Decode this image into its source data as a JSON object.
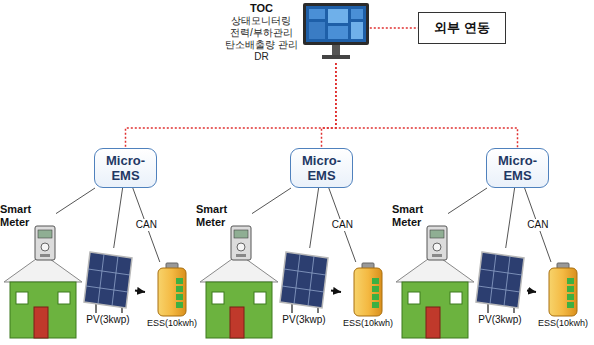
{
  "diagram": {
    "nodes": [
      {
        "text": [
          "TOC",
          "상태모니터링",
          "전력/부하관리",
          "탄소배출량 관리",
          "DR"
        ]
      },
      {
        "text": [
          "외부 연동"
        ]
      },
      {
        "text": [
          "Micro-EMS"
        ]
      },
      {
        "text": [
          "Smart Meter"
        ]
      },
      {
        "text": [
          "PV(3kwp)"
        ]
      },
      {
        "text": [
          "ESS(10kwh)"
        ]
      },
      {
        "text": [
          "Micro-EMS"
        ]
      },
      {
        "text": [
          "Smart Meter"
        ]
      },
      {
        "text": [
          "PV(3kwp)"
        ]
      },
      {
        "text": [
          "ESS(10kwh)"
        ]
      },
      {
        "text": [
          "Micro-EMS"
        ]
      },
      {
        "text": [
          "Smart Meter"
        ]
      },
      {
        "text": [
          "PV(3kwp)"
        ]
      },
      {
        "text": [
          "ESS(10kwh)"
        ]
      }
    ],
    "edges": [
      {
        "from": 0,
        "to": 1,
        "arrow": "none"
      },
      {
        "from": 0,
        "to": 2,
        "arrow": "none"
      },
      {
        "from": 0,
        "to": 6,
        "arrow": "none"
      },
      {
        "from": 0,
        "to": 10,
        "arrow": "none"
      },
      {
        "from": 2,
        "to": 3,
        "arrow": "none"
      },
      {
        "from": 2,
        "to": 4,
        "arrow": "none"
      },
      {
        "from": 2,
        "to": 5,
        "label": "CAN",
        "arrow": "none"
      },
      {
        "from": 4,
        "to": 5,
        "arrow": "to"
      },
      {
        "from": 6,
        "to": 7,
        "arrow": "none"
      },
      {
        "from": 6,
        "to": 8,
        "arrow": "none"
      },
      {
        "from": 6,
        "to": 9,
        "label": "CAN",
        "arrow": "none"
      },
      {
        "from": 8,
        "to": 9,
        "arrow": "to"
      },
      {
        "from": 10,
        "to": 11,
        "arrow": "none"
      },
      {
        "from": 10,
        "to": 12,
        "arrow": "none"
      },
      {
        "from": 10,
        "to": 13,
        "label": "CAN",
        "arrow": "none"
      },
      {
        "from": 12,
        "to": 13,
        "arrow": "to"
      }
    ]
  }
}
